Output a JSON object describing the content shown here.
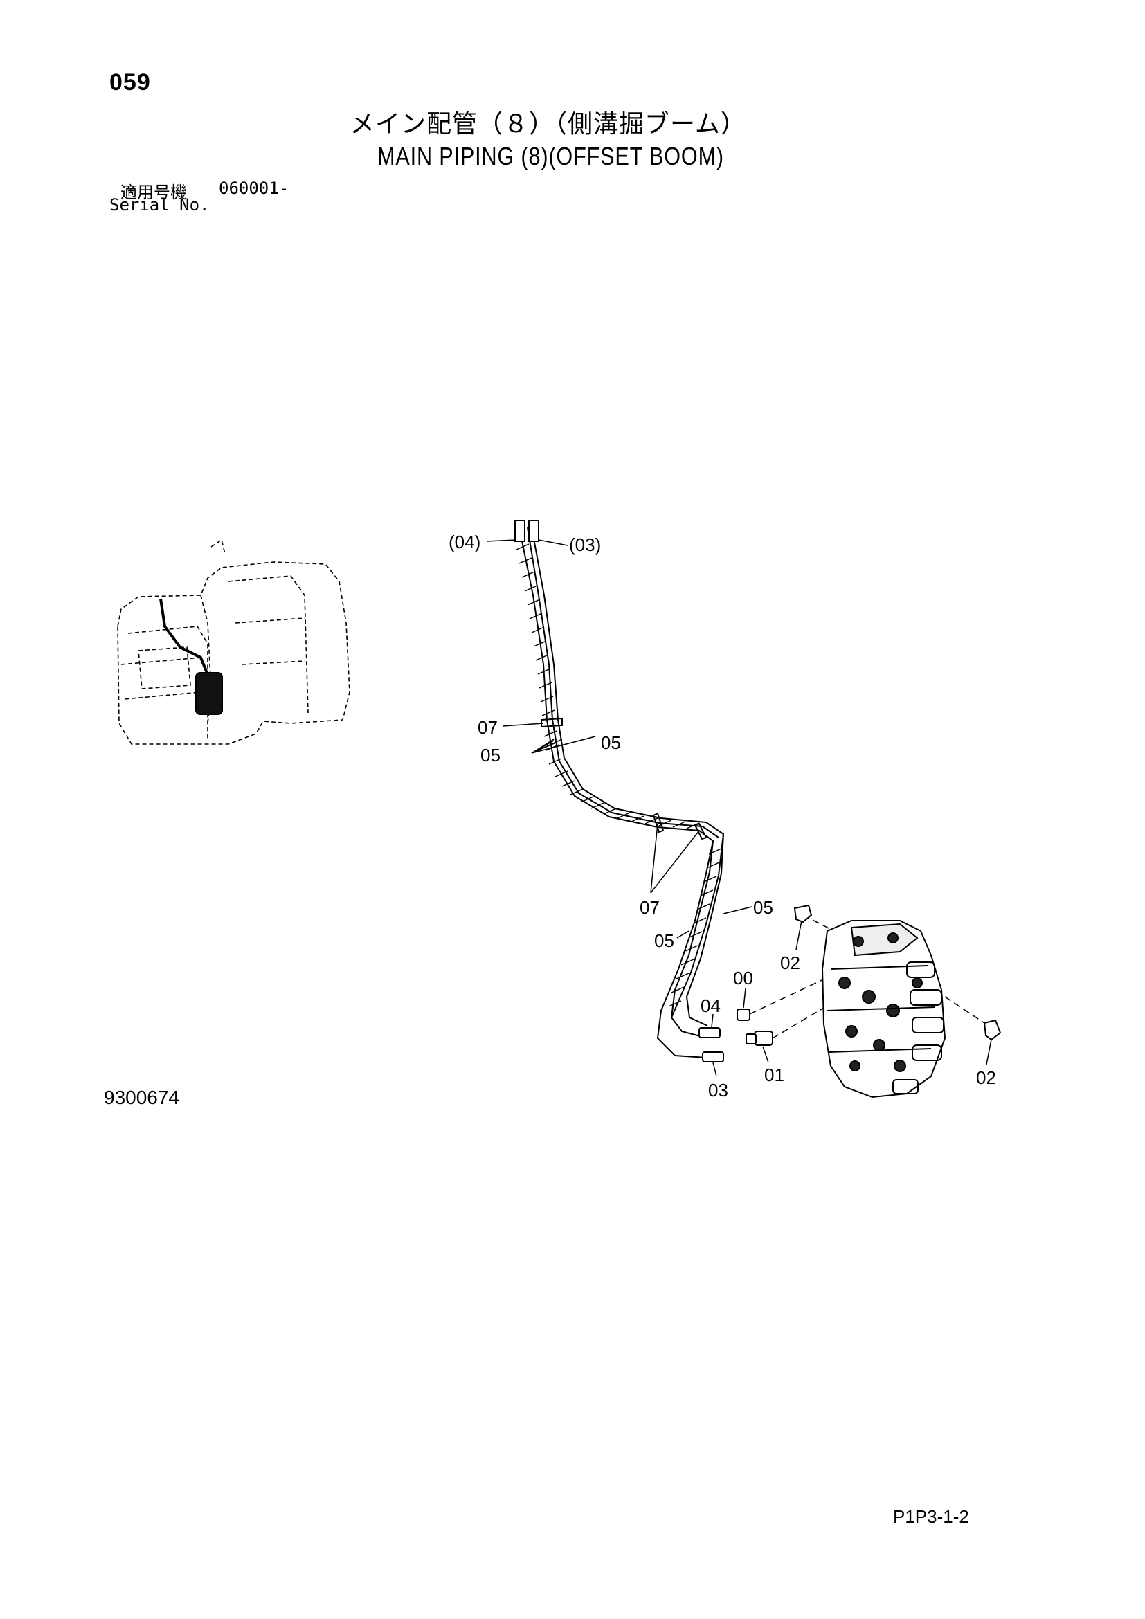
{
  "page_number": "059",
  "title_jp": "メイン配管（８）（側溝掘ブーム）",
  "title_en": "MAIN PIPING (8)(OFFSET BOOM)",
  "serial": {
    "label_jp": "適用号機",
    "number": "060001-",
    "label_en": "Serial No."
  },
  "callouts": {
    "c04_paren": "(04)",
    "c03_paren": "(03)",
    "c07_upper": "07",
    "c05_upper_left": "05",
    "c05_upper_right": "05",
    "c07_lower": "07",
    "c05_lower_right": "05",
    "c05_lower_left": "05",
    "c02_left": "02",
    "c00": "00",
    "c04": "04",
    "c01": "01",
    "c03": "03",
    "c02_right": "02"
  },
  "figure_number": "9300674",
  "sheet_code": "P1P3-1-2"
}
